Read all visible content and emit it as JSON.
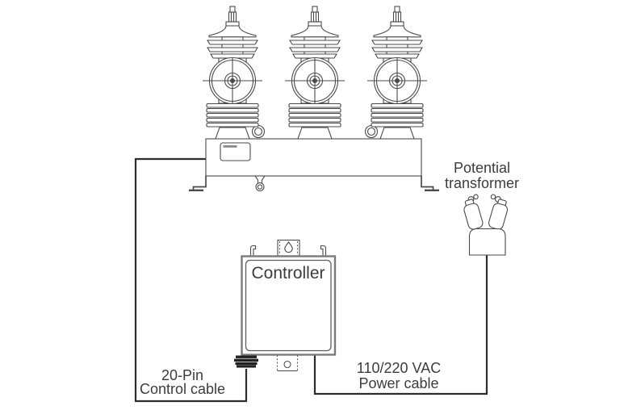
{
  "diagram": {
    "type": "wiring-diagram",
    "labels": {
      "potential_transformer": {
        "line1": "Potential",
        "line2": "transformer"
      },
      "controller": {
        "title": "Controller"
      },
      "control_cable": {
        "line1": "20-Pin",
        "line2": "Control cable"
      },
      "power_cable": {
        "line1": "110/220 VAC",
        "line2": "Power cable"
      }
    },
    "icons": {
      "recloser": "three-pole-recloser-drawing",
      "bushing": "insulator-bushing-icon",
      "lifting_eye": "lifting-eye-icon",
      "hook": "manual-operation-hook-icon",
      "controller_box": "controller-cabinet-drawing",
      "cable_connector": "multi-pin-connector-icon",
      "potential_transformer": "potential-transformer-icon"
    },
    "colors": {
      "background": "#ffffff",
      "line": "#4a4a4a",
      "cable": "#2d2d2d",
      "text": "#3c3c3c"
    }
  }
}
